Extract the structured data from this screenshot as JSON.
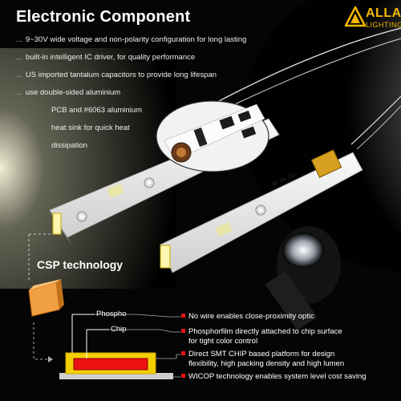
{
  "header": {
    "title": "Electronic Component"
  },
  "brand": {
    "name": "ALLA",
    "sub": "LIGHTING",
    "color": "#f5b800"
  },
  "features": [
    {
      "prefix": "...",
      "text": "9~30V wide voltage and non-polarity configuration for long lasting"
    },
    {
      "prefix": "...",
      "text": "built-in intelligent IC driver, for quality performance"
    },
    {
      "prefix": "...",
      "text": "US imported tantalum capacitors to provide long lifespan"
    },
    {
      "prefix": "...",
      "text": "use double-sided aluminium"
    }
  ],
  "feature_continuation": [
    "PCB and #6063 aluminium",
    "heat sink for quick heat",
    "dissipation"
  ],
  "csp": {
    "title": "CSP technology"
  },
  "diagram": {
    "phospho_label": "Phospho",
    "chip_label": "Chip"
  },
  "bullets": [
    {
      "text": "No wire enables close-proximity optic"
    },
    {
      "text": "Phosphorfilm directly attached to chip surface",
      "cont": "for tight color control"
    },
    {
      "text": "Direct SMT CHIP based platform for design",
      "cont": "flexibility, high packing density and high lumen"
    },
    {
      "text": "WICOP technology enables system level cost saving"
    }
  ],
  "pcb_texts": {
    "left_code": "SB-09-211",
    "right_code": "SB-09-211"
  },
  "colors": {
    "accent": "#e11",
    "csp_orange": "#f0a040",
    "chip_yellow": "#f4d000"
  }
}
